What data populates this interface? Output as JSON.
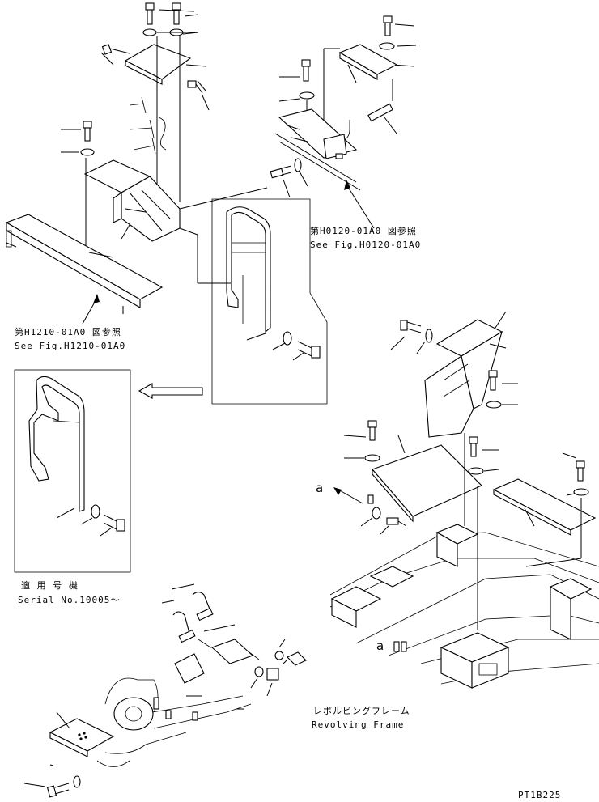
{
  "references": {
    "top_right": {
      "line1": "第H0120-01A0 図参照",
      "line2": "See Fig.H0120-01A0"
    },
    "left": {
      "line1": "第H1210-01A0 図参照",
      "line2": "See Fig.H1210-01A0"
    }
  },
  "serial": {
    "line1": "適 用 号 機",
    "line2": "Serial  No.10005～"
  },
  "frame": {
    "line1": "レボルビングフレーム",
    "line2": "Revolving Frame"
  },
  "markers": {
    "a_top": "a",
    "a_bottom": "a"
  },
  "figure_code": "PT1B225",
  "icons": {
    "direction_arrow": "left-arrow-icon"
  }
}
